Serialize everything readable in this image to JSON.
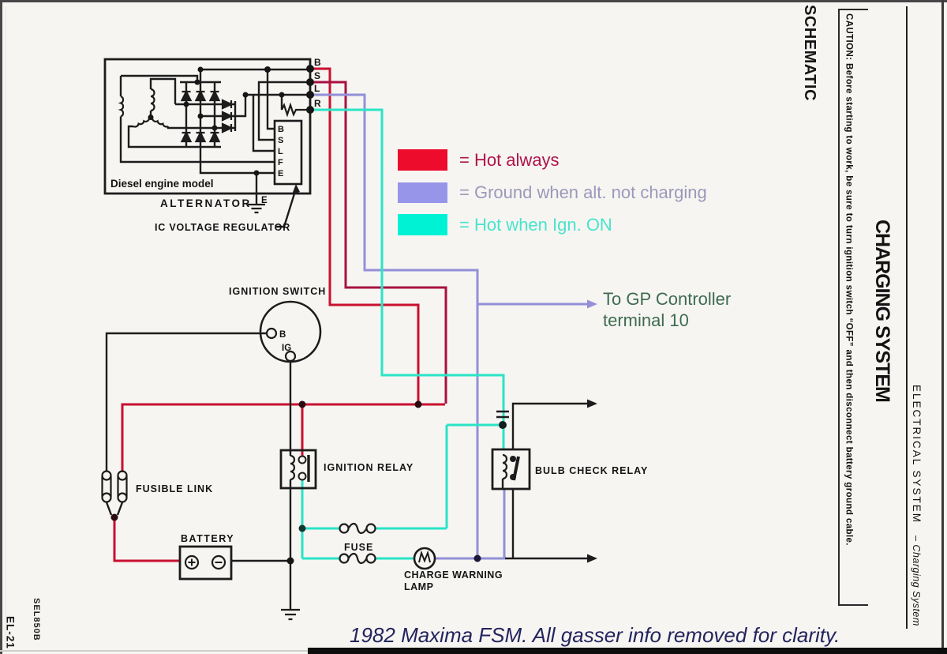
{
  "page": {
    "caption": "1982 Maxima FSM.  All gasser info removed for clarity.",
    "caption_color": "#24245e",
    "code_left": "SEL850B",
    "page_number": "EL-21"
  },
  "margin": {
    "schematic": "SCHEMATIC",
    "caution": "CAUTION:  Before starting to work, be sure to turn ignition switch “OFF” and then disconnect battery ground cable.",
    "section": "CHARGING SYSTEM",
    "system": "ELECTRICAL SYSTEM",
    "subsystem": "– Charging System"
  },
  "legend": {
    "items": [
      {
        "label": "= Hot always",
        "swatch_color": "#ed0c2c",
        "text_color": "#b0124a"
      },
      {
        "label": "= Ground when alt. not charging",
        "swatch_color": "#9795ea",
        "text_color": "#9b99b9"
      },
      {
        "label": "= Hot when Ign. ON",
        "swatch_color": "#00f2d4",
        "text_color": "#49e4cc"
      }
    ]
  },
  "annotations": {
    "gp1": "To GP Controller",
    "gp2": "terminal 10",
    "gp_color": "#3e6b4f"
  },
  "labels": {
    "alternator": "ALTERNATOR",
    "diesel_note": "Diesel engine model",
    "ic_regulator": "IC VOLTAGE REGULATOR",
    "ignition_switch": "IGNITION SWITCH",
    "ignition_relay": "IGNITION RELAY",
    "bulb_check_relay": "BULB CHECK RELAY",
    "fusible_link": "FUSIBLE LINK",
    "battery": "BATTERY",
    "fuse": "FUSE",
    "charge_warning_1": "CHARGE WARNING",
    "charge_warning_2": "LAMP"
  },
  "terminals": {
    "b": "B",
    "s": "S",
    "l": "L",
    "r": "R",
    "regulator_pins": [
      "B",
      "S",
      "L",
      "F",
      "E"
    ],
    "e_ground": "E",
    "switch_b": "B",
    "switch_ig": "IG"
  },
  "wire_colors": {
    "hot_always": "#c9102f",
    "hot_always_alt": "#a81040",
    "ground_alt": "#9390d8",
    "ign_on": "#2ae4c6",
    "black": "#1c1c1c"
  }
}
